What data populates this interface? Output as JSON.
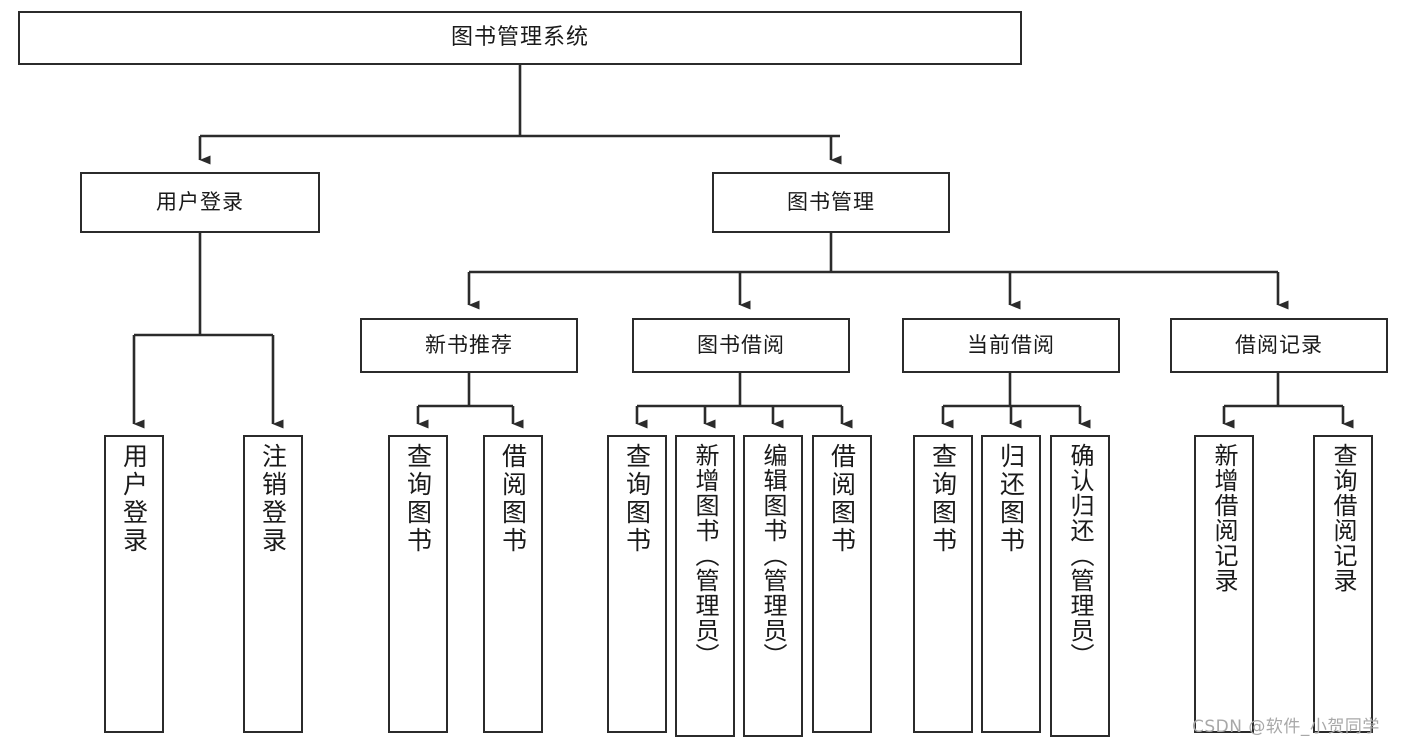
{
  "diagram": {
    "title": "图书管理系统",
    "type": "tree-hierarchy-chart",
    "root": {
      "label": "图书管理系统"
    },
    "level1": [
      {
        "label": "用户登录"
      },
      {
        "label": "图书管理"
      }
    ],
    "level2": [
      {
        "label": "新书推荐"
      },
      {
        "label": "图书借阅"
      },
      {
        "label": "当前借阅"
      },
      {
        "label": "借阅记录"
      }
    ],
    "leaves": {
      "user_login": [
        {
          "label": "用户登录"
        },
        {
          "label": "注销登录"
        }
      ],
      "new_book_recommend": [
        {
          "label": "查询图书"
        },
        {
          "label": "借阅图书"
        }
      ],
      "book_borrow": [
        {
          "label": "查询图书"
        },
        {
          "label": "新增图书（管理员）"
        },
        {
          "label": "编辑图书（管理员）"
        },
        {
          "label": "借阅图书"
        }
      ],
      "current_borrow": [
        {
          "label": "查询图书"
        },
        {
          "label": "归还图书"
        },
        {
          "label": "确认归还（管理员）"
        }
      ],
      "borrow_record": [
        {
          "label": "新增借阅记录"
        },
        {
          "label": "查询借阅记录"
        }
      ]
    }
  },
  "watermark": {
    "text": "CSDN @软件_小贺同学"
  },
  "colors": {
    "border": "#2b2b2b",
    "text": "#1a1a1a",
    "background": "#ffffff",
    "watermark": "#a8a8a8"
  }
}
